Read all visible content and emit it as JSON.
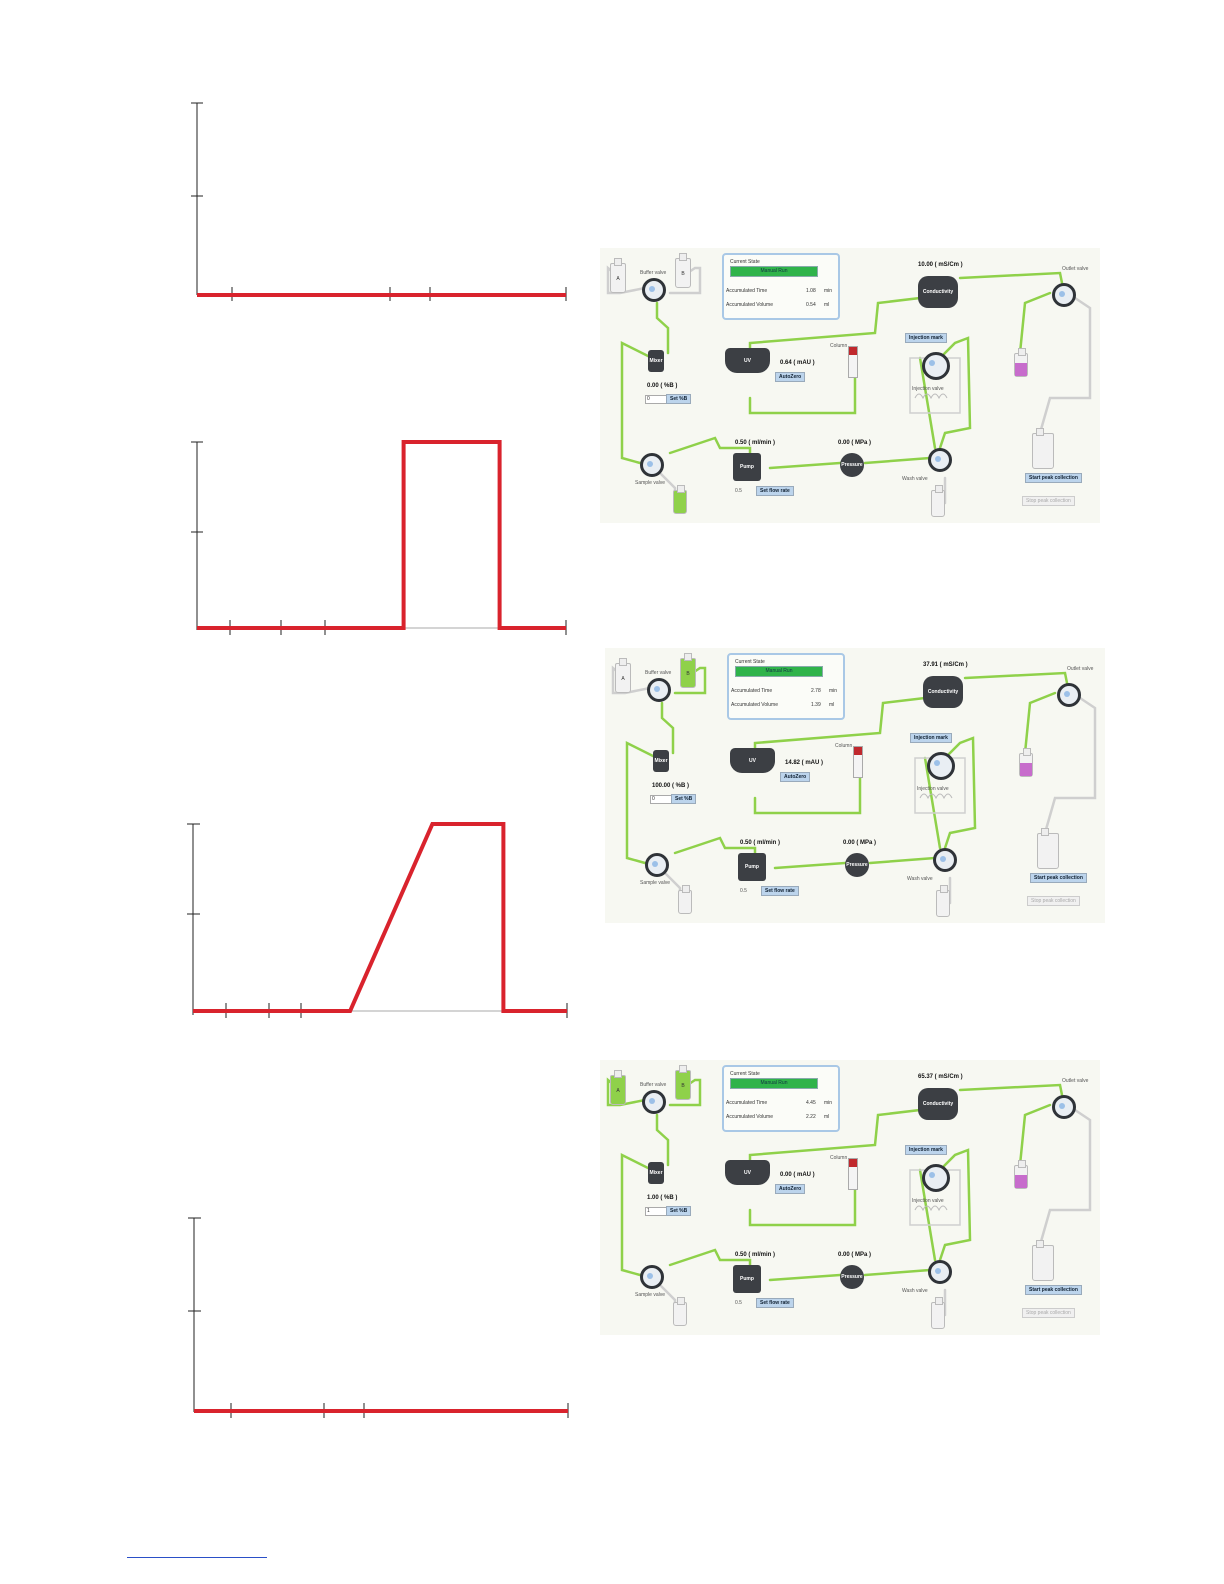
{
  "charts": [
    {
      "segments": [
        [
          0,
          0
        ],
        [
          1,
          0
        ]
      ]
    },
    {
      "segments": [
        [
          0,
          0
        ],
        [
          0.56,
          0
        ],
        [
          0.56,
          1
        ],
        [
          0.82,
          1
        ],
        [
          0.82,
          0
        ],
        [
          1,
          0
        ]
      ]
    },
    {
      "segments": [
        [
          0,
          0
        ],
        [
          0.42,
          0
        ],
        [
          0.64,
          1
        ],
        [
          0.83,
          1
        ],
        [
          0.83,
          0
        ],
        [
          1,
          0
        ]
      ]
    },
    {
      "segments": [
        [
          0,
          0
        ],
        [
          1,
          0
        ]
      ]
    }
  ],
  "panels": [
    {
      "state_label": "Current State",
      "state_value": "Manual Run",
      "acc_time_label": "Accumulated Time",
      "acc_time": "1.08",
      "acc_time_unit": "min",
      "acc_vol_label": "Accumulated Volume",
      "acc_vol": "0.54",
      "acc_vol_unit": "ml",
      "conductivity": "10.00 ( mS/Cm )",
      "conductivity_label": "Conductivity",
      "outlet_valve": "Outlet valve",
      "buffer_valve": "Buffer valve",
      "injection_mark": "Injection mark",
      "column": "Column",
      "uv_label": "UV",
      "uv_value": "0.64 ( mAU )",
      "autozero": "AutoZero",
      "mixer": "Mixer",
      "percent_b": "0.00 ( %B )",
      "percent_b_input": "0",
      "set_b": "Set %B",
      "injection_valve": "Injection valve",
      "flow": "0.50 ( ml/min )",
      "pressure": "0.00 ( MPa )",
      "pressure_label": "Pressure",
      "pump": "Pump",
      "flow_input": "0.5",
      "set_flow": "Set flow rate",
      "sample_valve": "Sample valve",
      "wash_valve": "Wash valve",
      "start_peak": "Start peak collection",
      "stop_peak": "Stop peak collection",
      "bottle_a": "A",
      "bottle_b": "B",
      "a_green": false,
      "b_green": false,
      "sample_green": true
    },
    {
      "state_label": "Current State",
      "state_value": "Manual Run",
      "acc_time_label": "Accumulated Time",
      "acc_time": "2.78",
      "acc_time_unit": "min",
      "acc_vol_label": "Accumulated Volume",
      "acc_vol": "1.39",
      "acc_vol_unit": "ml",
      "conductivity": "37.91 ( mS/Cm )",
      "conductivity_label": "Conductivity",
      "outlet_valve": "Outlet valve",
      "buffer_valve": "Buffer valve",
      "injection_mark": "Injection mark",
      "column": "Column",
      "uv_label": "UV",
      "uv_value": "14.82 ( mAU )",
      "autozero": "AutoZero",
      "mixer": "Mixer",
      "percent_b": "100.00 ( %B )",
      "percent_b_input": "0",
      "set_b": "Set %B",
      "injection_valve": "Injection valve",
      "flow": "0.50 ( ml/min )",
      "pressure": "0.00 ( MPa )",
      "pressure_label": "Pressure",
      "pump": "Pump",
      "flow_input": "0.5",
      "set_flow": "Set flow rate",
      "sample_valve": "Sample valve",
      "wash_valve": "Wash valve",
      "start_peak": "Start peak collection",
      "stop_peak": "Stop peak collection",
      "bottle_a": "A",
      "bottle_b": "B",
      "a_green": false,
      "b_green": true,
      "sample_green": false
    },
    {
      "state_label": "Current State",
      "state_value": "Manual Run",
      "acc_time_label": "Accumulated Time",
      "acc_time": "4.45",
      "acc_time_unit": "min",
      "acc_vol_label": "Accumulated Volume",
      "acc_vol": "2.22",
      "acc_vol_unit": "ml",
      "conductivity": "65.37 ( mS/Cm )",
      "conductivity_label": "Conductivity",
      "outlet_valve": "Outlet valve",
      "buffer_valve": "Buffer valve",
      "injection_mark": "Injection mark",
      "column": "Column",
      "uv_label": "UV",
      "uv_value": "0.00 ( mAU )",
      "autozero": "AutoZero",
      "mixer": "Mixer",
      "percent_b": "1.00 ( %B )",
      "percent_b_input": "1",
      "set_b": "Set %B",
      "injection_valve": "Injection valve",
      "flow": "0.50 ( ml/min )",
      "pressure": "0.00 ( MPa )",
      "pressure_label": "Pressure",
      "pump": "Pump",
      "flow_input": "0.5",
      "set_flow": "Set flow rate",
      "sample_valve": "Sample valve",
      "wash_valve": "Wash valve",
      "start_peak": "Start peak collection",
      "stop_peak": "Stop peak collection",
      "bottle_a": "A",
      "bottle_b": "B",
      "a_green": true,
      "b_green": true,
      "sample_green": false
    }
  ],
  "colors": {
    "trace": "#d9232d",
    "pipe": "#8fd14a",
    "pipe_idle": "#cfcfcf",
    "axis": "#222222"
  }
}
